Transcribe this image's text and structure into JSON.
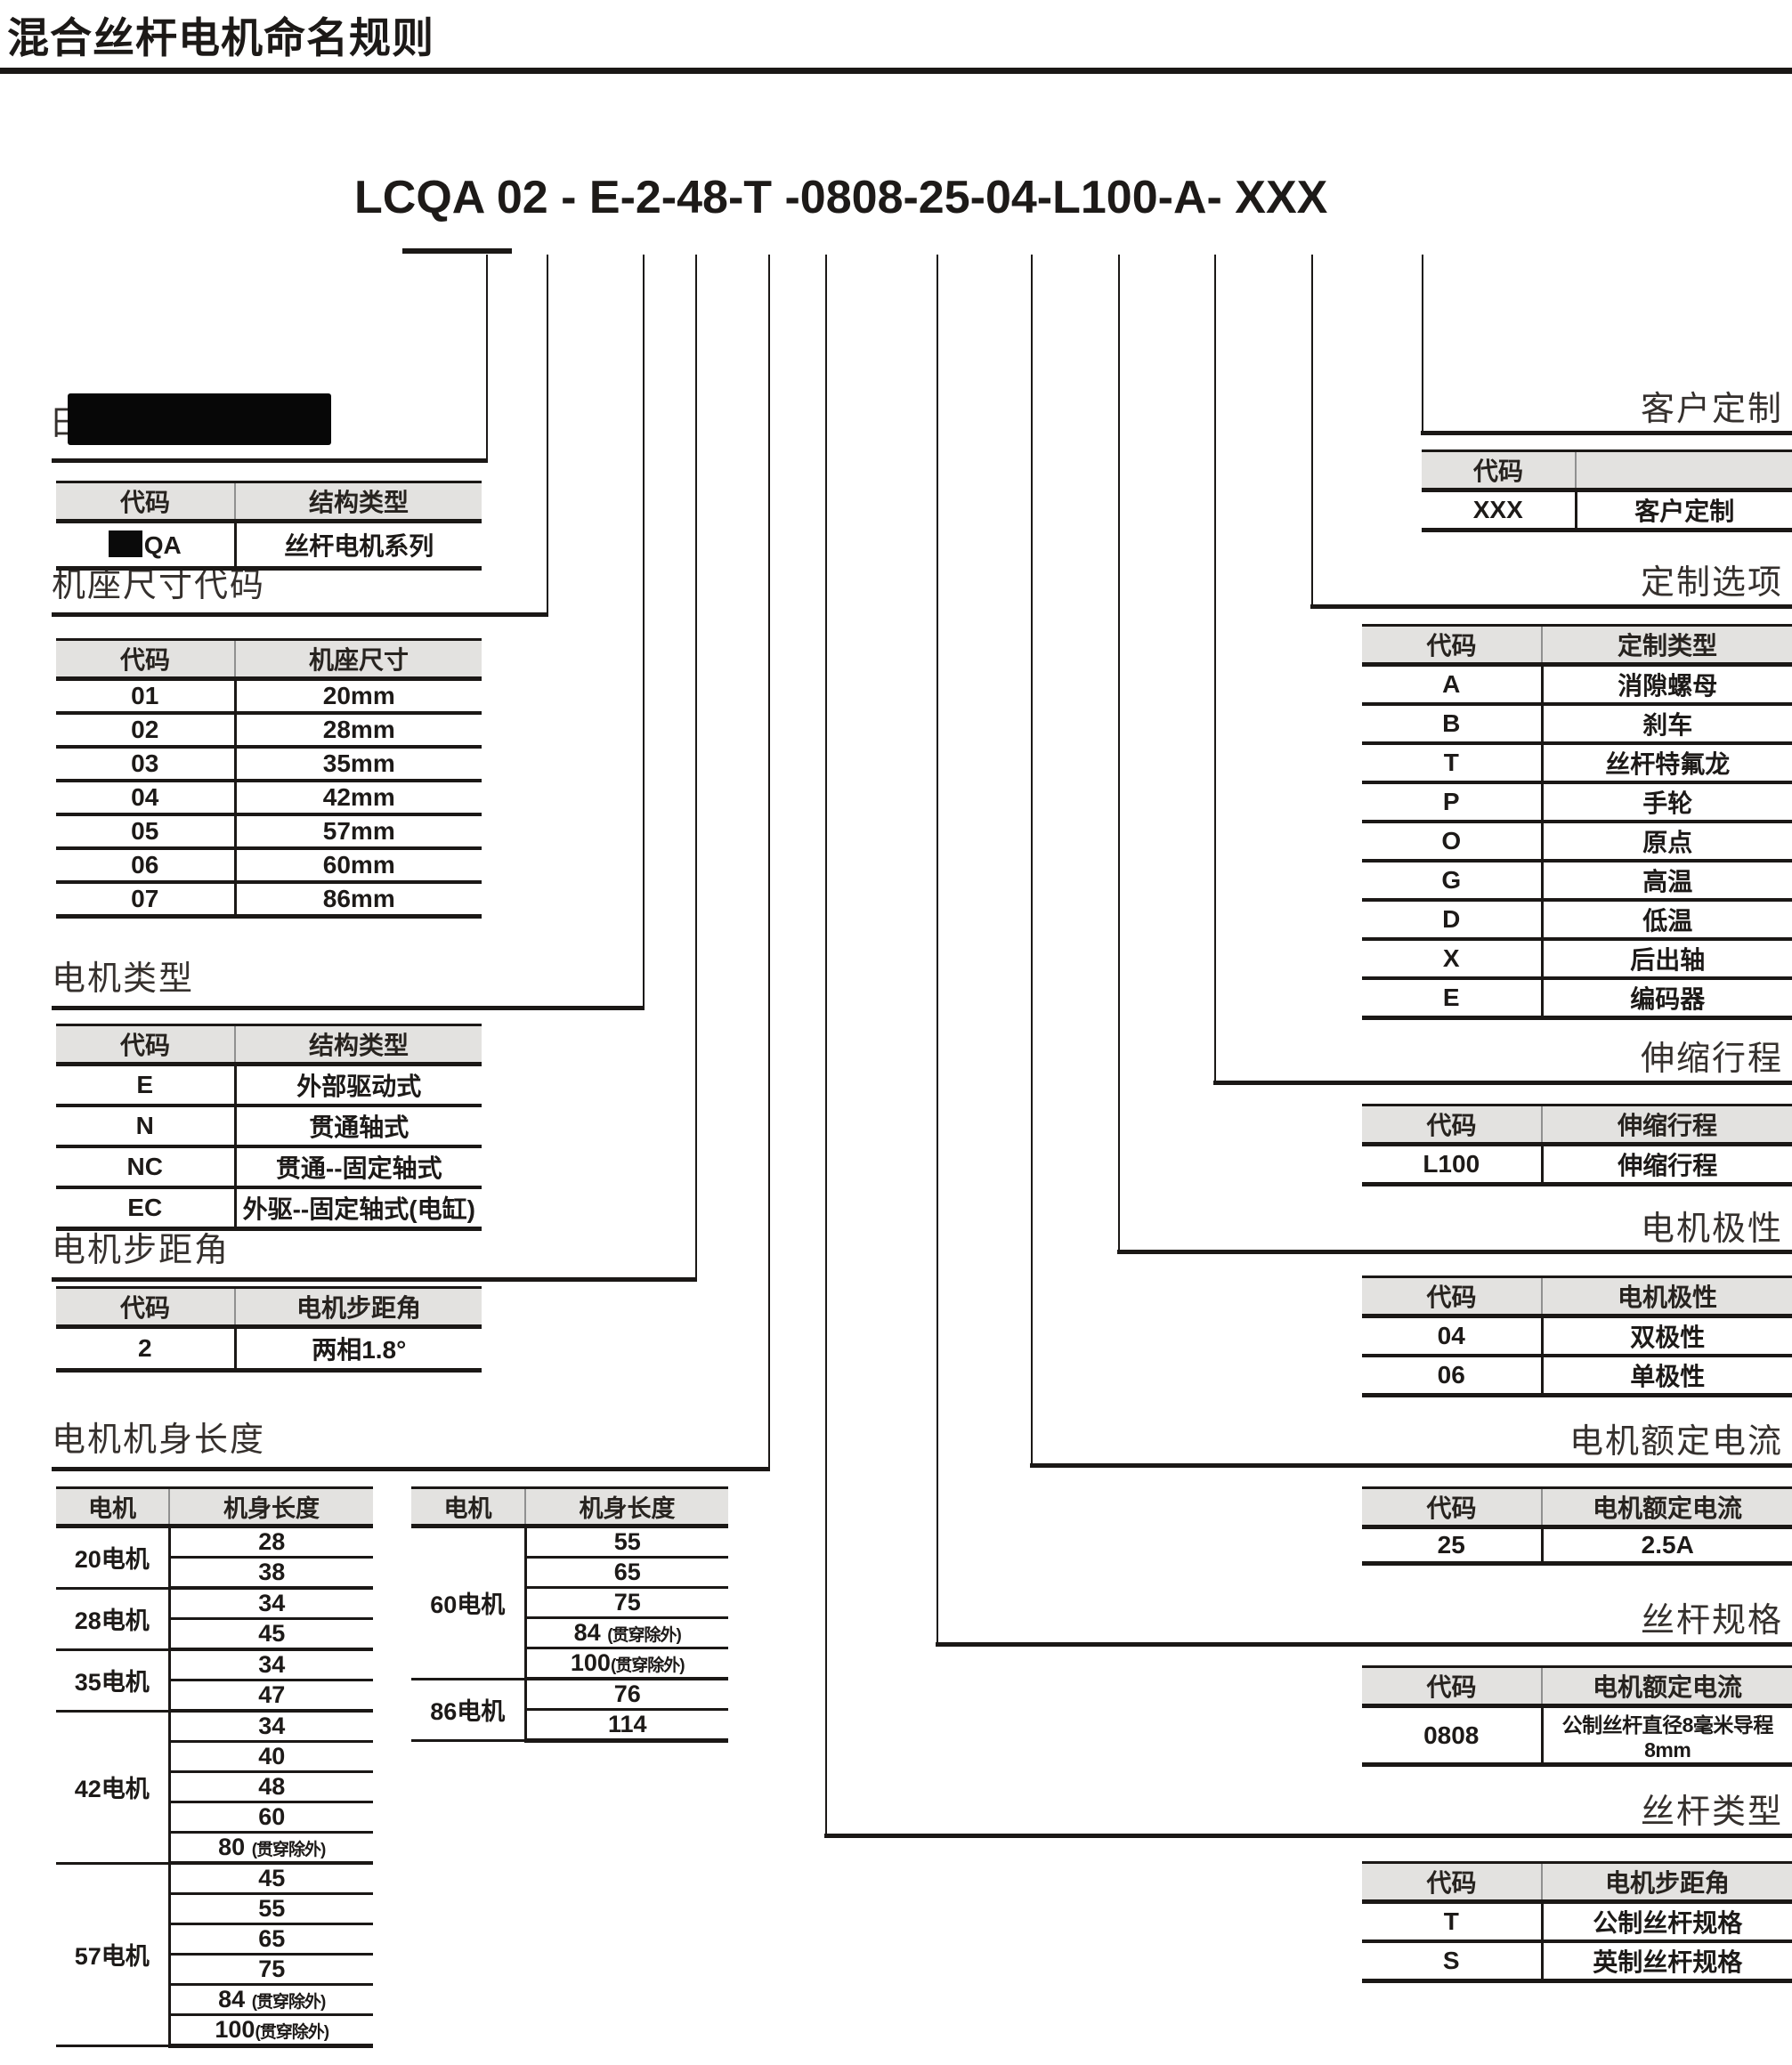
{
  "title": "混合丝杆电机命名规则",
  "part_number": "LCQA 02 - E-2-48-T -0808-25-04-L100-A- XXX",
  "sections": {
    "series": {
      "label_visible": "日",
      "table": {
        "headers": [
          "代码",
          "结构类型"
        ],
        "redact_code": true,
        "rows": [
          [
            "QA",
            "丝杆电机系列"
          ]
        ]
      }
    },
    "frame_size": {
      "label": "机座尺寸代码",
      "table": {
        "headers": [
          "代码",
          "机座尺寸"
        ],
        "rows": [
          [
            "01",
            "20mm"
          ],
          [
            "02",
            "28mm"
          ],
          [
            "03",
            "35mm"
          ],
          [
            "04",
            "42mm"
          ],
          [
            "05",
            "57mm"
          ],
          [
            "06",
            "60mm"
          ],
          [
            "07",
            "86mm"
          ]
        ]
      }
    },
    "motor_type": {
      "label": "电机类型",
      "table": {
        "headers": [
          "代码",
          "结构类型"
        ],
        "rows": [
          [
            "E",
            "外部驱动式"
          ],
          [
            "N",
            "贯通轴式"
          ],
          [
            "NC",
            "贯通--固定轴式"
          ],
          [
            "EC",
            "外驱--固定轴式(电缸)"
          ]
        ]
      }
    },
    "step_angle": {
      "label": "电机步距角",
      "table": {
        "headers": [
          "代码",
          "电机步距角"
        ],
        "rows": [
          [
            "2",
            "两相1.8°"
          ]
        ]
      }
    },
    "body_length": {
      "label": "电机机身长度",
      "table_a": {
        "headers": [
          "电机",
          "机身长度"
        ],
        "groups": [
          {
            "motor": "20电机",
            "lengths": [
              "28",
              "38"
            ]
          },
          {
            "motor": "28电机",
            "lengths": [
              "34",
              "45"
            ]
          },
          {
            "motor": "35电机",
            "lengths": [
              "34",
              "47"
            ]
          },
          {
            "motor": "42电机",
            "lengths": [
              "34",
              "40",
              "48",
              "60",
              "80 (贯穿除外)"
            ]
          },
          {
            "motor": "57电机",
            "lengths": [
              "45",
              "55",
              "65",
              "75",
              "84 (贯穿除外)",
              "100(贯穿除外)"
            ]
          }
        ]
      },
      "table_b": {
        "headers": [
          "电机",
          "机身长度"
        ],
        "groups": [
          {
            "motor": "60电机",
            "lengths": [
              "55",
              "65",
              "75",
              "84 (贯穿除外)",
              "100(贯穿除外)"
            ]
          },
          {
            "motor": "86电机",
            "lengths": [
              "76",
              "114"
            ]
          }
        ]
      }
    },
    "customer_custom": {
      "label": "客户定制",
      "table": {
        "headers": [
          "代码",
          ""
        ],
        "rows": [
          [
            "XXX",
            "客户定制"
          ]
        ]
      }
    },
    "custom_options": {
      "label": "定制选项",
      "table": {
        "headers": [
          "代码",
          "定制类型"
        ],
        "rows": [
          [
            "A",
            "消隙螺母"
          ],
          [
            "B",
            "刹车"
          ],
          [
            "T",
            "丝杆特氟龙"
          ],
          [
            "P",
            "手轮"
          ],
          [
            "O",
            "原点"
          ],
          [
            "G",
            "高温"
          ],
          [
            "D",
            "低温"
          ],
          [
            "X",
            "后出轴"
          ],
          [
            "E",
            "编码器"
          ]
        ]
      }
    },
    "stroke": {
      "label": "伸缩行程",
      "table": {
        "headers": [
          "代码",
          "伸缩行程"
        ],
        "rows": [
          [
            "L100",
            "伸缩行程"
          ]
        ]
      }
    },
    "polarity": {
      "label": "电机极性",
      "table": {
        "headers": [
          "代码",
          "电机极性"
        ],
        "rows": [
          [
            "04",
            "双极性"
          ],
          [
            "06",
            "单极性"
          ]
        ]
      }
    },
    "rated_current": {
      "label": "电机额定电流",
      "table": {
        "headers": [
          "代码",
          "电机额定电流"
        ],
        "rows": [
          [
            "25",
            "2.5A"
          ]
        ]
      }
    },
    "screw_spec": {
      "label": "丝杆规格",
      "table": {
        "headers": [
          "代码",
          "电机额定电流"
        ],
        "rows": [
          [
            "0808",
            "公制丝杆直径8毫米导程8mm"
          ]
        ]
      }
    },
    "screw_type": {
      "label": "丝杆类型",
      "table": {
        "headers": [
          "代码",
          "电机步距角"
        ],
        "rows": [
          [
            "T",
            "公制丝杆规格"
          ],
          [
            "S",
            "英制丝杆规格"
          ]
        ]
      }
    }
  },
  "colors": {
    "ink": "#1b1816",
    "header_bg": "#e3e2e0",
    "redaction": "#070707"
  }
}
